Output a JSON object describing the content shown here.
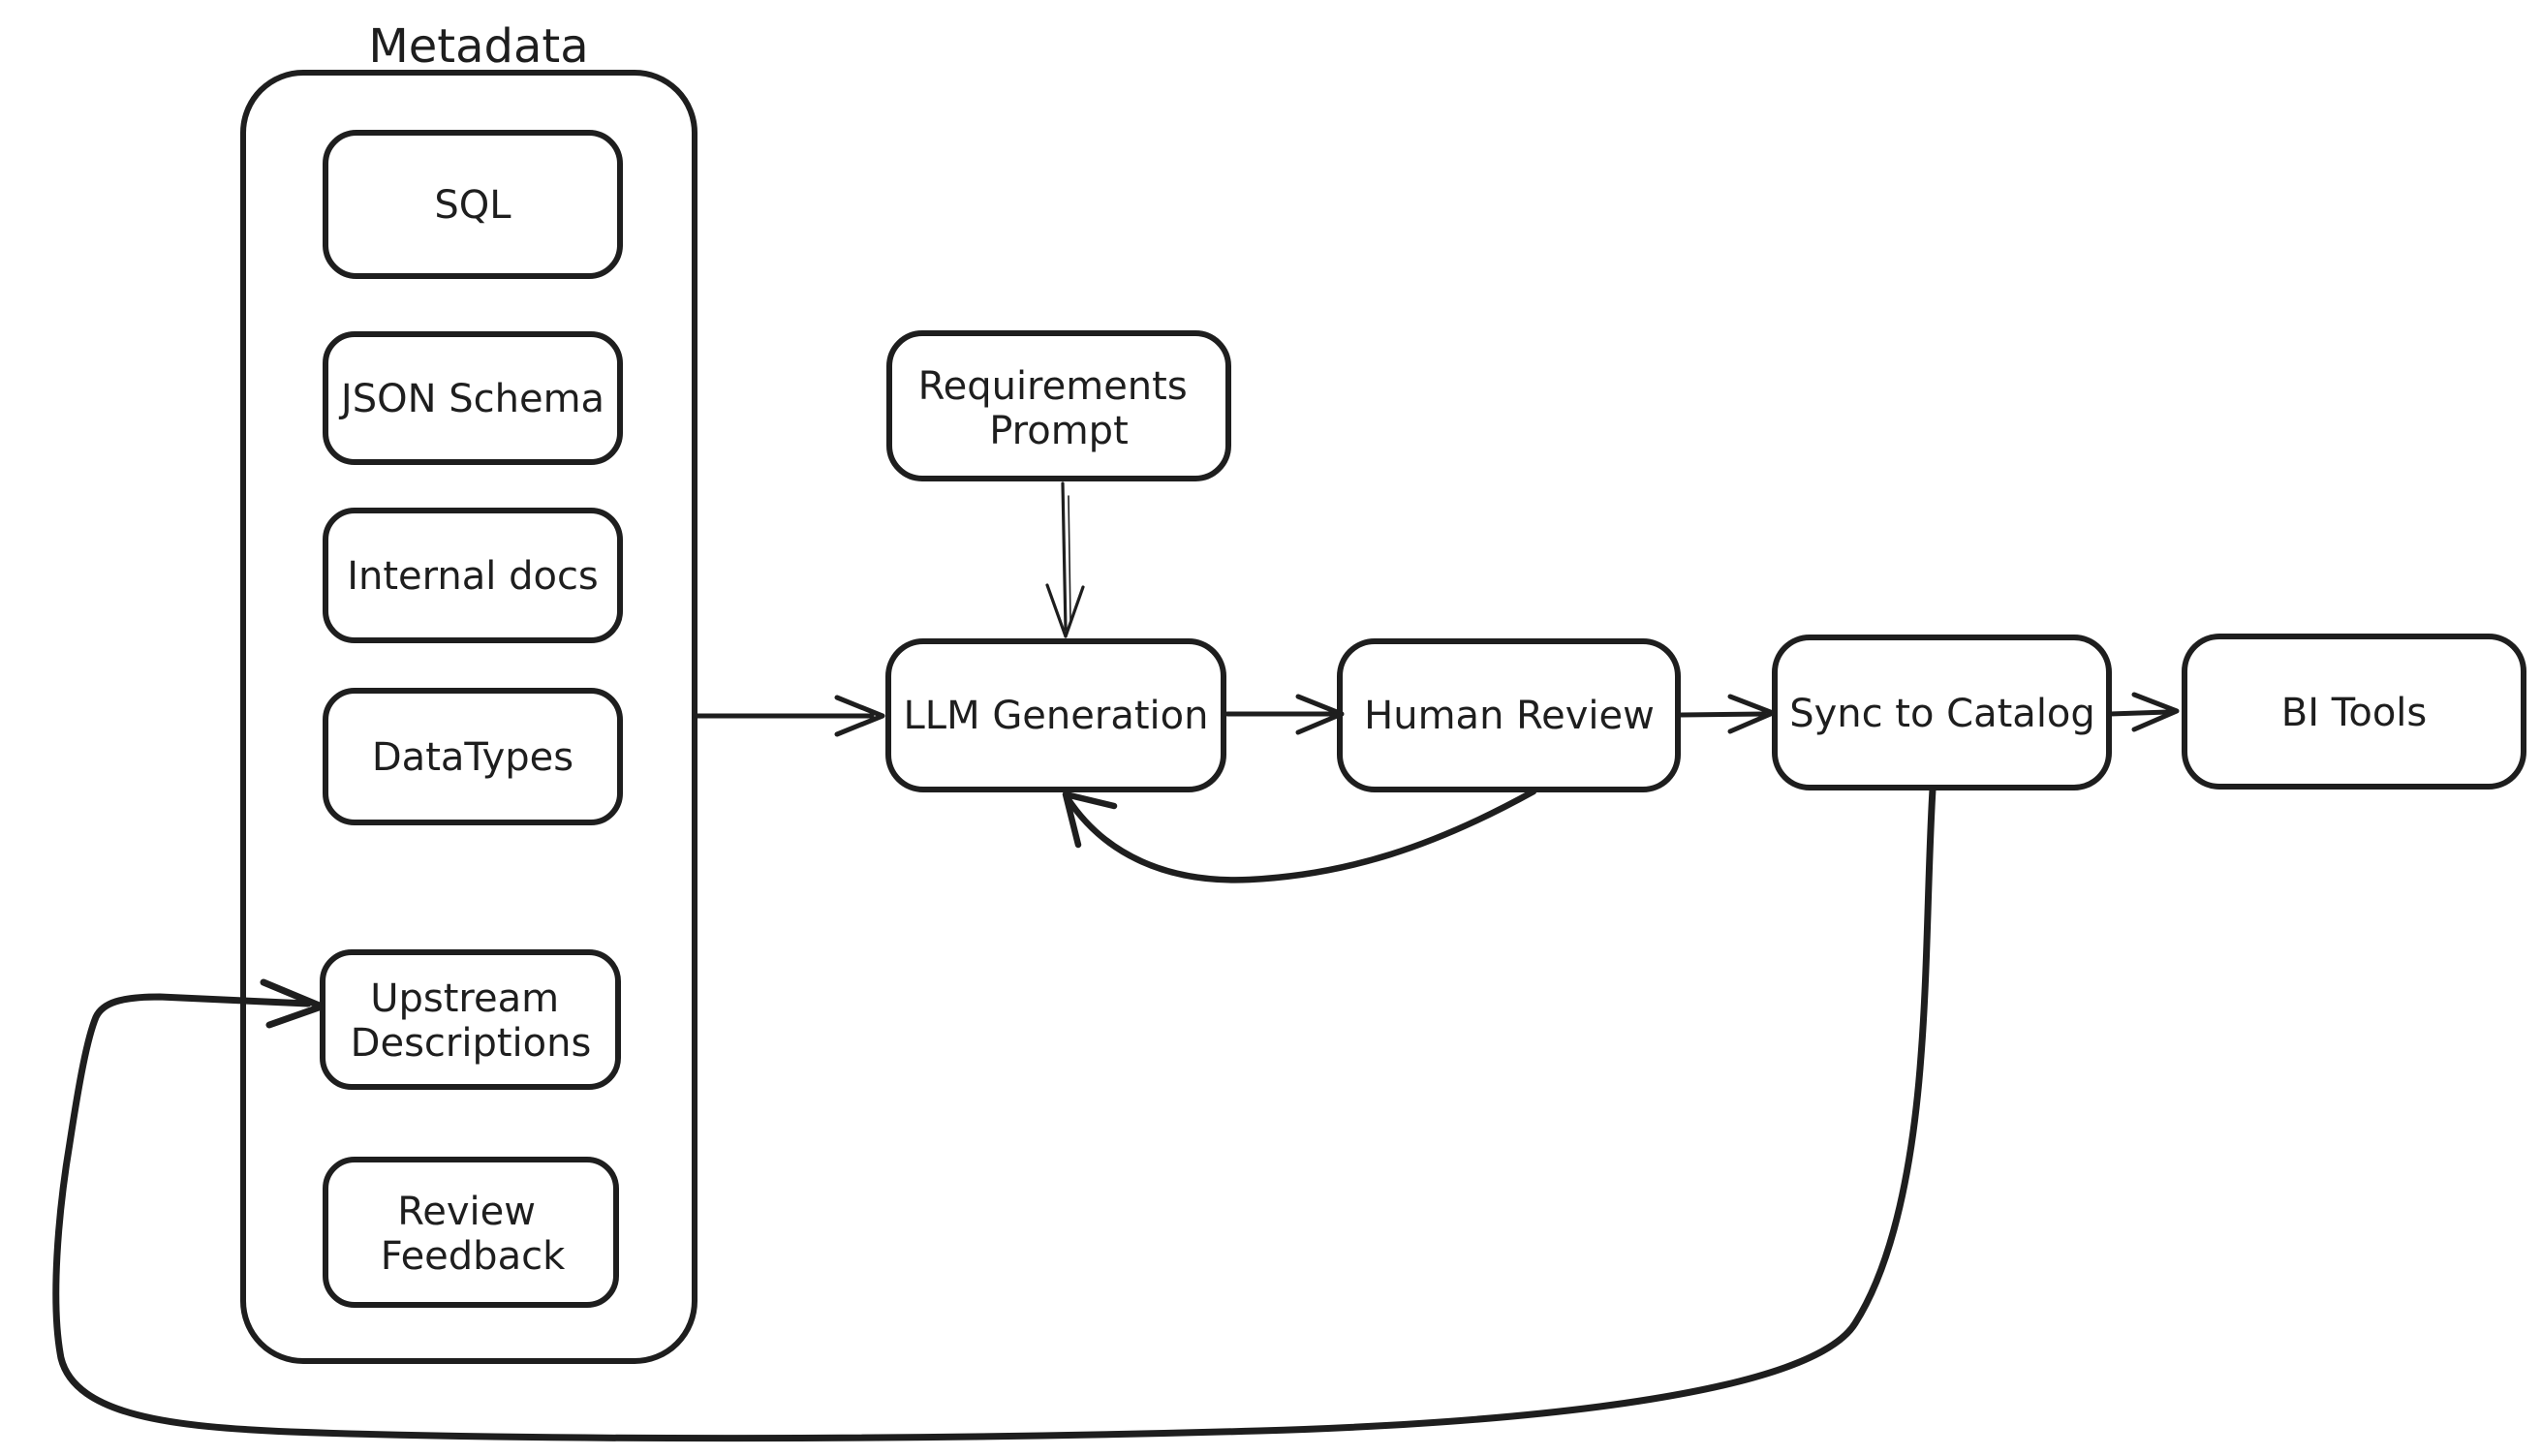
{
  "canvas": {
    "background": "#ffffff",
    "ink": "#1e1e1e"
  },
  "metadata_group": {
    "title": "Metadata"
  },
  "nodes": {
    "sql": {
      "label": "SQL"
    },
    "json_schema": {
      "label": "JSON Schema"
    },
    "internal_docs": {
      "label": "Internal docs"
    },
    "datatypes": {
      "label": "DataTypes"
    },
    "upstream_descriptions": {
      "line1": "Upstream",
      "line2": "Descriptions"
    },
    "review_feedback": {
      "line1": "Review",
      "line2": "Feedback"
    },
    "requirements_prompt": {
      "line1": "Requirements",
      "line2": "Prompt"
    },
    "llm_generation": {
      "label": "LLM Generation"
    },
    "human_review": {
      "label": "Human Review"
    },
    "sync_to_catalog": {
      "label": "Sync to Catalog"
    },
    "bi_tools": {
      "label": "BI Tools"
    }
  },
  "edges": [
    {
      "from": "requirements_prompt",
      "to": "llm_generation",
      "kind": "input"
    },
    {
      "from": "metadata_group",
      "to": "llm_generation",
      "kind": "input"
    },
    {
      "from": "llm_generation",
      "to": "human_review",
      "kind": "flow"
    },
    {
      "from": "human_review",
      "to": "sync_to_catalog",
      "kind": "flow"
    },
    {
      "from": "sync_to_catalog",
      "to": "bi_tools",
      "kind": "flow"
    },
    {
      "from": "human_review",
      "to": "llm_generation",
      "kind": "feedback-loop"
    },
    {
      "from": "sync_to_catalog",
      "to": "upstream_descriptions",
      "kind": "feedback-loop"
    }
  ]
}
